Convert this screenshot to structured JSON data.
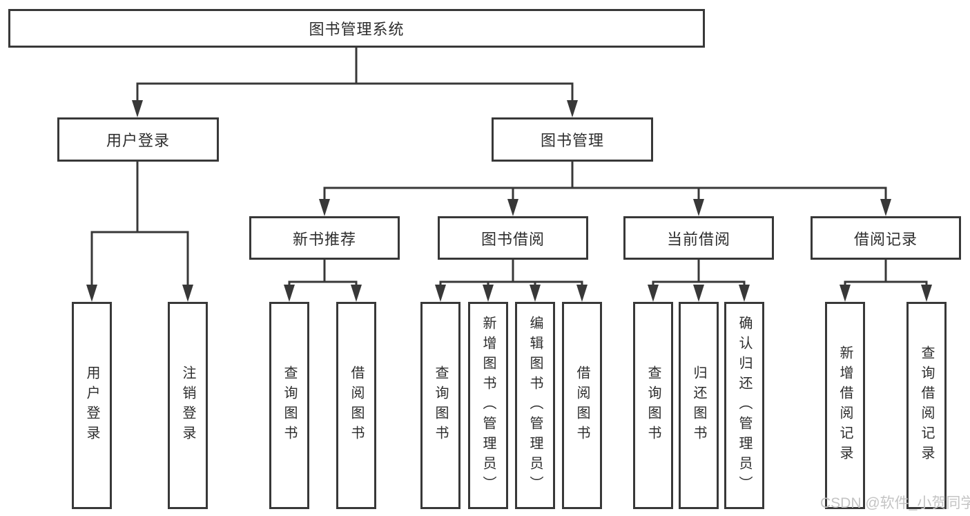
{
  "tree": {
    "root": {
      "label": "图书管理系统"
    },
    "branches": [
      {
        "label": "用户登录",
        "children": [
          {
            "label": "用户登录"
          },
          {
            "label": "注销登录"
          }
        ]
      },
      {
        "label": "图书管理",
        "children": [
          {
            "label": "新书推荐",
            "children": [
              {
                "label": "查询图书"
              },
              {
                "label": "借阅图书"
              }
            ]
          },
          {
            "label": "图书借阅",
            "children": [
              {
                "label": "查询图书"
              },
              {
                "label": "新增图书（管理员）"
              },
              {
                "label": "编辑图书（管理员）"
              },
              {
                "label": "借阅图书"
              }
            ]
          },
          {
            "label": "当前借阅",
            "children": [
              {
                "label": "查询图书"
              },
              {
                "label": "归还图书"
              },
              {
                "label": "确认归还（管理员）"
              }
            ]
          },
          {
            "label": "借阅记录",
            "children": [
              {
                "label": "新增借阅记录"
              },
              {
                "label": "查询借阅记录"
              }
            ]
          }
        ]
      }
    ]
  },
  "watermark": "CSDN @软件_小贺同学",
  "colors": {
    "line": "#383838",
    "text": "#2d2d2d",
    "watermark": "#c4c4c4",
    "background": "#ffffff"
  }
}
